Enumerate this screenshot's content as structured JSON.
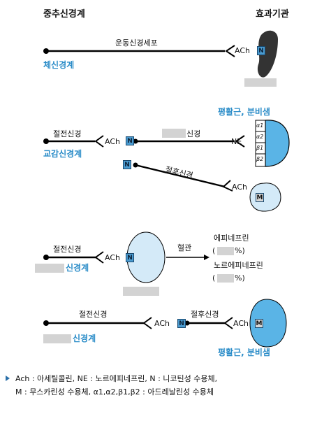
{
  "headers": {
    "cns": "중추신경계",
    "effector": "효과기관"
  },
  "somatic": {
    "neuron_label": "운동신경세포",
    "system": "체신경계",
    "ach": "ACh",
    "receptor": "N"
  },
  "sympathetic": {
    "effector_label": "평활근, 분비샘",
    "pre_label": "절전신경",
    "post_suffix": "신경",
    "system": "교감신경계",
    "ach": "ACh",
    "n": "N",
    "ne": "NE",
    "n2": "N",
    "post2_label": "절후신경",
    "ach2": "ACh",
    "m": "M",
    "receptors": [
      "α1",
      "α2",
      "β1",
      "β2"
    ]
  },
  "adrenal": {
    "pre_label": "절전신경",
    "system_suffix": "신경계",
    "ach": "ACh",
    "n": "N",
    "route": "혈관",
    "epi": "에피네프린",
    "epi_pct": "%)",
    "norepi": "노르에피네프린",
    "norepi_pct": "%)"
  },
  "parasympathetic": {
    "pre_label": "절전신경",
    "post_label": "절후신경",
    "system_suffix": "신경계",
    "ach": "ACh",
    "n": "N",
    "ach2": "ACh",
    "m": "M",
    "effector_label": "평활근, 분비샘"
  },
  "legend": {
    "line1": "Ach : 아세틸콜린,  NE : 노르에피네프린,  N : 니코틴성 수용체,",
    "line2": "M : 무스카린성 수용체,  α1,α2,β1,β2 : 아드레날린성 수용체"
  },
  "colors": {
    "blue": "#2a8cc8",
    "receptor": "#4a9bd0",
    "organ": "#5ab4e6",
    "organ_light": "#d4eaf8",
    "mask": "#d3d3d3"
  }
}
